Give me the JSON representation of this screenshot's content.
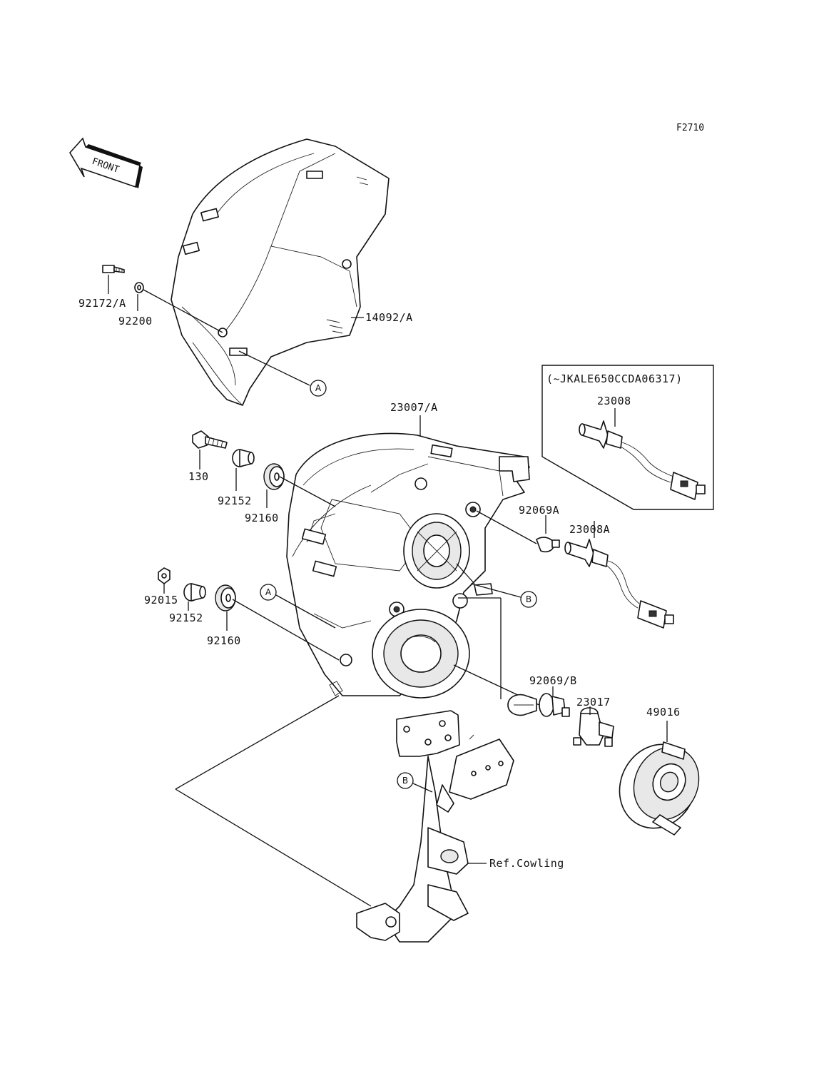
{
  "figure_code": "F2710",
  "front_label": "FRONT",
  "callouts": {
    "p14092a": "14092/A",
    "p92172a": "92172/A",
    "p92200": "92200",
    "p23007a": "23007/A",
    "p130": "130",
    "p92152_top": "92152",
    "p92160_top": "92160",
    "p92015": "92015",
    "p92152_bot": "92152",
    "p92160_bot": "92160",
    "p92069a": "92069A",
    "p23008a": "23008A",
    "p92069b": "92069/B",
    "p23017": "23017",
    "p49016": "49016",
    "ref_cowling": "Ref.Cowling"
  },
  "inset": {
    "header": "(~JKALE650CCDA06317)",
    "part": "23008"
  },
  "markers": {
    "a_top": "A",
    "a_mid": "A",
    "b_right": "B",
    "b_bracket": "B"
  }
}
